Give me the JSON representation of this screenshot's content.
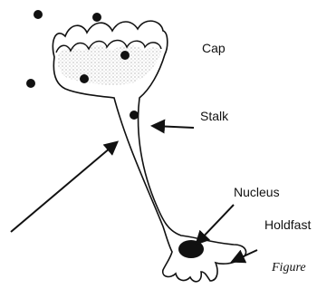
{
  "labels": {
    "cap": "Cap",
    "stalk": "Stalk",
    "nucleus": "Nucleus",
    "holdfast": "Holdfast",
    "figure": "Figure"
  }
}
